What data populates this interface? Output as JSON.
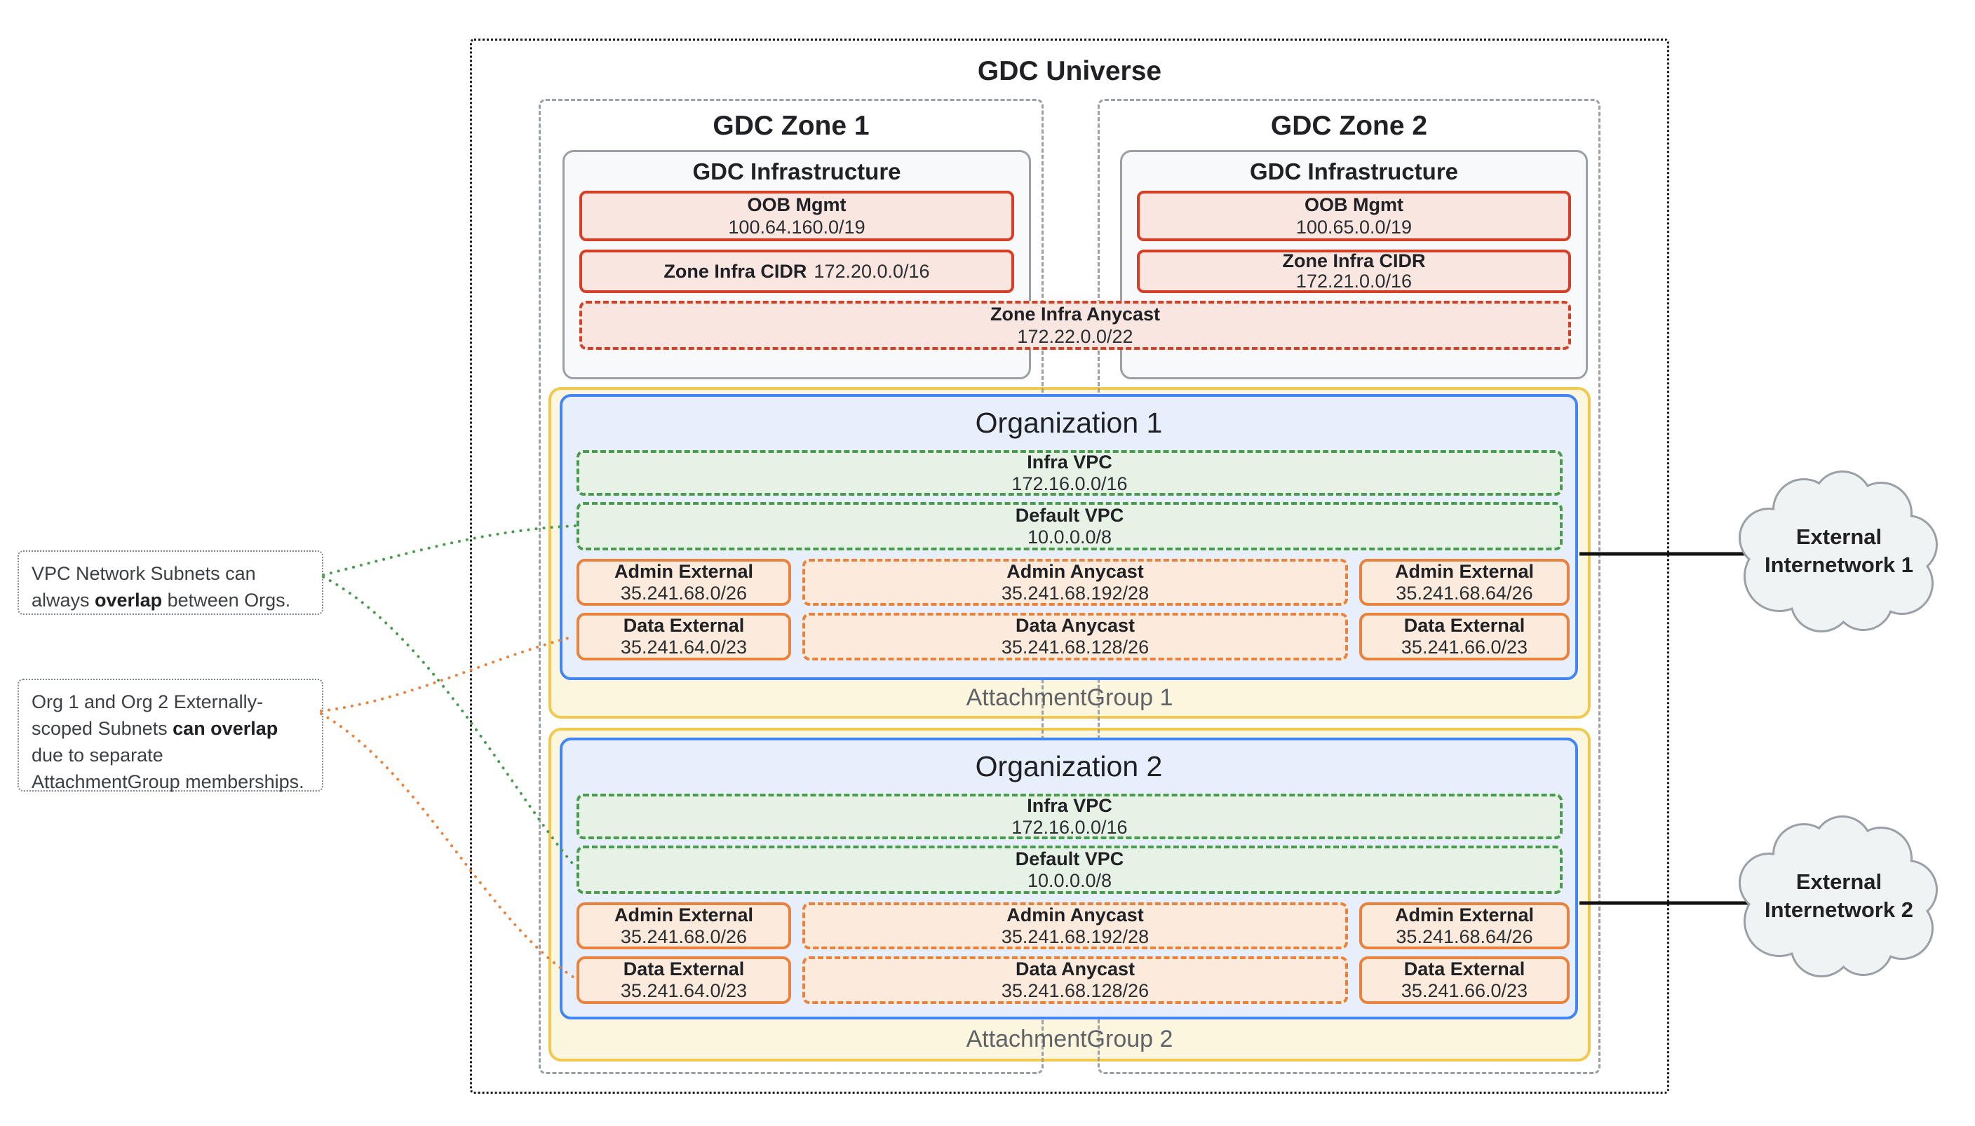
{
  "universe": {
    "title": "GDC Universe"
  },
  "zones": [
    {
      "title": "GDC Zone 1",
      "infra_title": "GDC Infrastructure",
      "oob": {
        "label": "OOB Mgmt",
        "cidr": "100.64.160.0/19"
      },
      "zone_cidr": {
        "label": "Zone Infra CIDR",
        "cidr": "172.20.0.0/16"
      }
    },
    {
      "title": "GDC Zone 2",
      "infra_title": "GDC Infrastructure",
      "oob": {
        "label": "OOB Mgmt",
        "cidr": "100.65.0.0/19"
      },
      "zone_cidr": {
        "label": "Zone Infra CIDR",
        "cidr": "172.21.0.0/16"
      }
    }
  ],
  "zone_anycast": {
    "label": "Zone Infra Anycast",
    "cidr": "172.22.0.0/22"
  },
  "organizations": [
    {
      "title": "Organization 1",
      "attachment_group": "AttachmentGroup 1",
      "infra_vpc": {
        "label": "Infra VPC",
        "cidr": "172.16.0.0/16"
      },
      "default_vpc": {
        "label": "Default VPC",
        "cidr": "10.0.0.0/8"
      },
      "admin_external_left": {
        "label": "Admin External",
        "cidr": "35.241.68.0/26"
      },
      "admin_anycast": {
        "label": "Admin Anycast",
        "cidr": "35.241.68.192/28"
      },
      "admin_external_right": {
        "label": "Admin External",
        "cidr": "35.241.68.64/26"
      },
      "data_external_left": {
        "label": "Data External",
        "cidr": "35.241.64.0/23"
      },
      "data_anycast": {
        "label": "Data Anycast",
        "cidr": "35.241.68.128/26"
      },
      "data_external_right": {
        "label": "Data External",
        "cidr": "35.241.66.0/23"
      }
    },
    {
      "title": "Organization 2",
      "attachment_group": "AttachmentGroup 2",
      "infra_vpc": {
        "label": "Infra VPC",
        "cidr": "172.16.0.0/16"
      },
      "default_vpc": {
        "label": "Default VPC",
        "cidr": "10.0.0.0/8"
      },
      "admin_external_left": {
        "label": "Admin External",
        "cidr": "35.241.68.0/26"
      },
      "admin_anycast": {
        "label": "Admin Anycast",
        "cidr": "35.241.68.192/28"
      },
      "admin_external_right": {
        "label": "Admin External",
        "cidr": "35.241.68.64/26"
      },
      "data_external_left": {
        "label": "Data External",
        "cidr": "35.241.64.0/23"
      },
      "data_anycast": {
        "label": "Data Anycast",
        "cidr": "35.241.68.128/26"
      },
      "data_external_right": {
        "label": "Data External",
        "cidr": "35.241.66.0/23"
      }
    }
  ],
  "annotations": [
    {
      "pre": "VPC Network Subnets can always ",
      "bold": "overlap",
      "post": " between Orgs."
    },
    {
      "pre": "Org 1 and Org 2 Externally-scoped Subnets ",
      "bold": "can overlap",
      "post": " due to separate AttachmentGroup memberships."
    }
  ],
  "clouds": [
    {
      "line1": "External",
      "line2": "Internetwork 1"
    },
    {
      "line1": "External",
      "line2": "Internetwork 2"
    }
  ],
  "colors": {
    "red_border": "#D43F26",
    "red_fill": "#F9E6E1",
    "green_border": "#4A9B4F",
    "green_fill": "#E7F2E6",
    "orange_border": "#E8823D",
    "orange_fill": "#FCEBDC",
    "blue_border": "#4285F4",
    "blue_fill": "#E7EEFC",
    "yellow_border": "#F1C94F",
    "yellow_fill": "#FDF6DF",
    "gray_border": "#9AA0A6",
    "infra_fill": "#F8F9FA",
    "cloud_fill": "#F0F3F4"
  }
}
